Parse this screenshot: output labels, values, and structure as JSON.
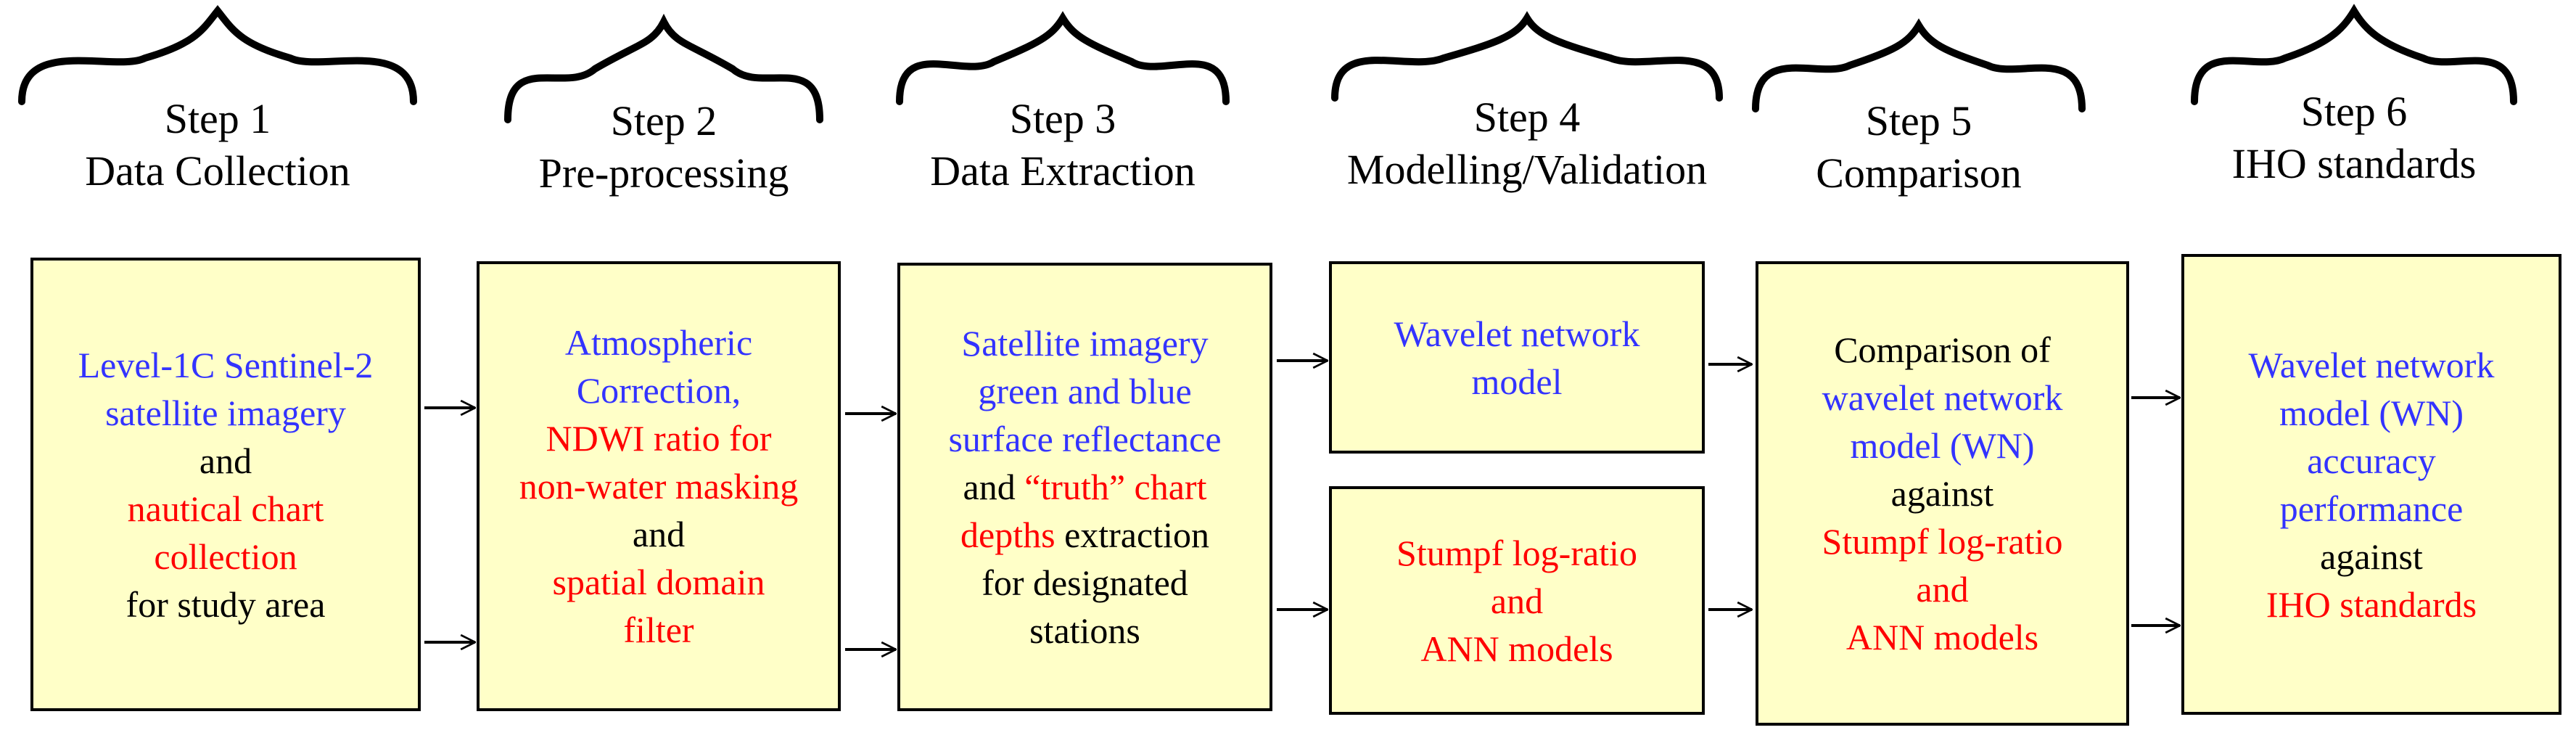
{
  "colors": {
    "box_fill": "#ffffc8",
    "blue_text": "#3333ff",
    "red_text": "#ff0000",
    "border": "#000000"
  },
  "steps": [
    {
      "number": "Step 1",
      "name": "Data Collection"
    },
    {
      "number": "Step 2",
      "name": "Pre-processing"
    },
    {
      "number": "Step 3",
      "name": "Data Extraction"
    },
    {
      "number": "Step 4",
      "name": "Modelling/Validation"
    },
    {
      "number": "Step 5",
      "name": "Comparison"
    },
    {
      "number": "Step 6",
      "name": "IHO standards"
    }
  ],
  "boxes": {
    "collection": [
      [
        {
          "text": "Level-1C Sentinel-2",
          "color": "blue"
        }
      ],
      [
        {
          "text": "satellite imagery",
          "color": "blue"
        }
      ],
      [
        {
          "text": "and",
          "color": "black"
        }
      ],
      [
        {
          "text": "nautical chart",
          "color": "red"
        }
      ],
      [
        {
          "text": "collection",
          "color": "red"
        }
      ],
      [
        {
          "text": "for study area",
          "color": "black"
        }
      ]
    ],
    "preprocessing": [
      [
        {
          "text": "Atmospheric",
          "color": "blue"
        }
      ],
      [
        {
          "text": "Correction,",
          "color": "blue"
        }
      ],
      [
        {
          "text": "NDWI ratio for",
          "color": "red"
        }
      ],
      [
        {
          "text": "non-water masking",
          "color": "red"
        }
      ],
      [
        {
          "text": "and",
          "color": "black"
        }
      ],
      [
        {
          "text": "spatial domain",
          "color": "red"
        }
      ],
      [
        {
          "text": "filter",
          "color": "red"
        }
      ]
    ],
    "extraction": [
      [
        {
          "text": "Satellite imagery",
          "color": "blue"
        }
      ],
      [
        {
          "text": "green and blue",
          "color": "blue"
        }
      ],
      [
        {
          "text": "surface reflectance",
          "color": "blue"
        }
      ],
      [
        {
          "text": "and ",
          "color": "black"
        },
        {
          "text": "“truth” chart",
          "color": "red"
        }
      ],
      [
        {
          "text": "depths",
          "color": "red"
        },
        {
          "text": " extraction",
          "color": "black"
        }
      ],
      [
        {
          "text": "for designated",
          "color": "black"
        }
      ],
      [
        {
          "text": "stations",
          "color": "black"
        }
      ]
    ],
    "wavelet": [
      [
        {
          "text": "Wavelet network",
          "color": "blue"
        }
      ],
      [
        {
          "text": "model",
          "color": "blue"
        }
      ]
    ],
    "stumpf": [
      [
        {
          "text": "Stumpf log-ratio",
          "color": "red"
        }
      ],
      [
        {
          "text": "and",
          "color": "red"
        }
      ],
      [
        {
          "text": "ANN models",
          "color": "red"
        }
      ]
    ],
    "comparison": [
      [
        {
          "text": "Comparison of",
          "color": "black"
        }
      ],
      [
        {
          "text": "wavelet network",
          "color": "blue"
        }
      ],
      [
        {
          "text": "model (WN)",
          "color": "blue"
        }
      ],
      [
        {
          "text": "against",
          "color": "black"
        }
      ],
      [
        {
          "text": "Stumpf log-ratio",
          "color": "red"
        }
      ],
      [
        {
          "text": "and",
          "color": "red"
        }
      ],
      [
        {
          "text": "ANN models",
          "color": "red"
        }
      ]
    ],
    "iho": [
      [
        {
          "text": "Wavelet network",
          "color": "blue"
        }
      ],
      [
        {
          "text": "model (WN)",
          "color": "blue"
        }
      ],
      [
        {
          "text": "accuracy",
          "color": "blue"
        }
      ],
      [
        {
          "text": "performance",
          "color": "blue"
        }
      ],
      [
        {
          "text": "against",
          "color": "black"
        }
      ],
      [
        {
          "text": "IHO standards",
          "color": "red"
        }
      ]
    ]
  }
}
